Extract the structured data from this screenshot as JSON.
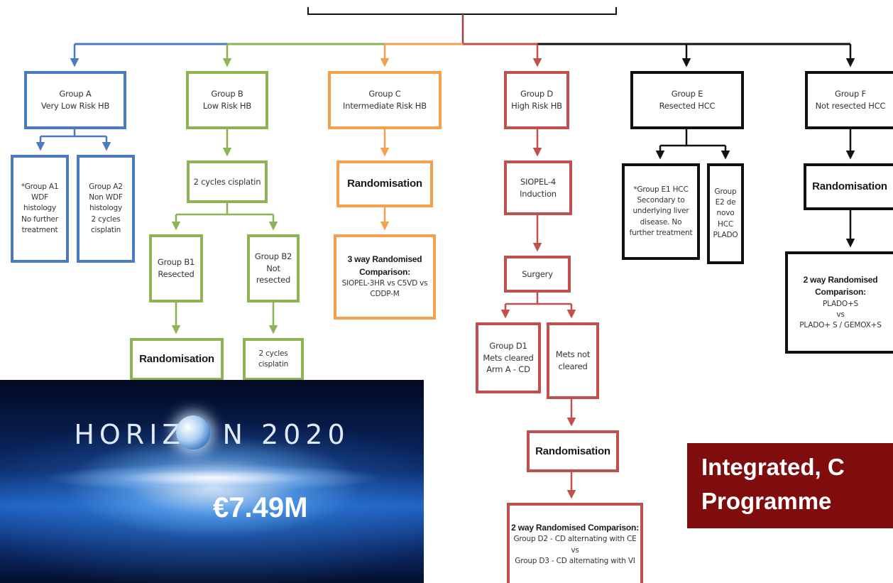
{
  "groups": {
    "a": {
      "line1": "Group A",
      "line2": "Very Low Risk HB"
    },
    "b": {
      "line1": "Group B",
      "line2": "Low Risk HB"
    },
    "c": {
      "line1": "Group C",
      "line2": "Intermediate Risk HB"
    },
    "d": {
      "line1": "Group D",
      "line2": "High Risk HB"
    },
    "e": {
      "line1": "Group E",
      "line2": "Resected HCC"
    },
    "f": {
      "line1": "Group F",
      "line2": "Not resected HCC"
    }
  },
  "a1": [
    "*Group A1",
    "WDF",
    "histology",
    "No further",
    "treatment"
  ],
  "a2": [
    "Group A2",
    "Non WDF",
    "histology",
    "2 cycles",
    "cisplatin"
  ],
  "b_cisplatin": "2 cycles cisplatin",
  "b1": [
    "Group B1",
    "Resected"
  ],
  "b2": [
    "Group B2",
    "Not",
    "resected"
  ],
  "b_randomisation": "Randomisation",
  "b2_cisplatin": [
    "2 cycles",
    "cisplatin"
  ],
  "c_randomisation": "Randomisation",
  "c_comparison": {
    "title": [
      "3 way Randomised",
      "Comparison:"
    ],
    "arms": [
      "SIOPEL-3HR vs C5VD vs",
      "CDDP-M"
    ]
  },
  "d_induction": [
    "SIOPEL-4",
    "Induction"
  ],
  "d_surgery": "Surgery",
  "d1": [
    "Group D1",
    "Mets cleared",
    "Arm A - CD"
  ],
  "d_mets_not": [
    "Mets not",
    "cleared"
  ],
  "d_randomisation": "Randomisation",
  "d_comparison": {
    "title": "2 way Randomised Comparison:",
    "arms": [
      "Group D2 - CD alternating with CE",
      "vs",
      "Group D3 - CD alternating with VI"
    ]
  },
  "e1": [
    "*Group E1 HCC",
    "Secondary to",
    "underlying liver",
    "disease. No",
    "further treatment"
  ],
  "e2": [
    "Group",
    "E2 de",
    "novo",
    "HCC",
    "PLADO"
  ],
  "f_randomisation": "Randomisation",
  "f_comparison": {
    "title": [
      "2 way Randomised",
      "Comparison:"
    ],
    "arms": [
      "PLADO+S",
      "vs",
      "PLADO+ S / GEMOX+S"
    ]
  },
  "horizon": {
    "title": "HORIZ",
    "title_end": "N 2020",
    "amount": "€7.49M"
  },
  "banner": {
    "line1": "Integrated, C",
    "line2": "Programme"
  },
  "colors": {
    "blue": "#4a7bbf",
    "green": "#8db354",
    "orange": "#f5a04e",
    "red": "#c0504d",
    "black": "#111111",
    "banner": "#7f0d0d"
  }
}
